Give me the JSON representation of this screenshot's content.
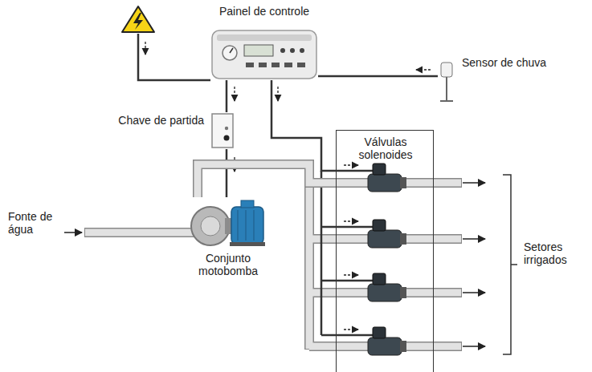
{
  "diagram": {
    "nodes": [
      {
        "text": [
          "Painel de controle"
        ]
      },
      {
        "text": [
          "Sensor de chuva"
        ]
      },
      {
        "text": [
          "Chave de partida"
        ]
      },
      {
        "text": [
          "Válvulas solenoides"
        ]
      },
      {
        "text": [
          "Conjunto motobomba"
        ]
      }
    ],
    "edges": [
      {
        "from": 1,
        "to": 0,
        "arrow": "none"
      },
      {
        "from": 0,
        "to": 2,
        "arrow": "none"
      },
      {
        "from": 2,
        "to": 4,
        "arrow": "none"
      },
      {
        "from": 0,
        "to": 3,
        "arrow": "none"
      },
      {
        "from": 4,
        "to": 3,
        "arrow": "none"
      }
    ],
    "labels": [
      "Fonte de água",
      "Setores irrigados"
    ]
  }
}
